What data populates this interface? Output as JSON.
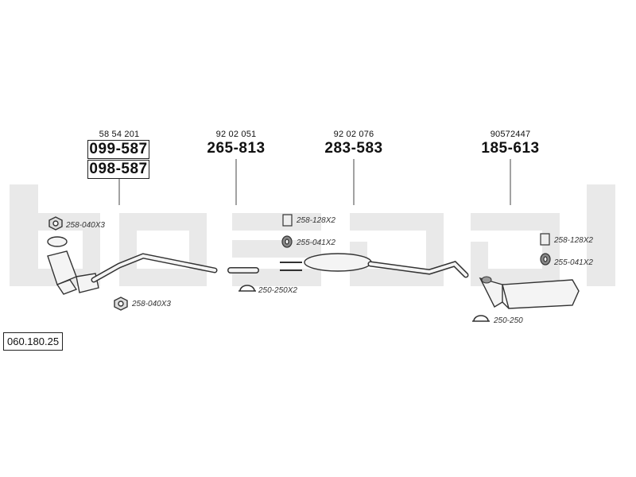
{
  "diagram_code": "060.180.25",
  "parts": [
    {
      "oem": "58 54 201",
      "numbers": [
        "099-587",
        "098-587"
      ]
    },
    {
      "oem": "92 02 051",
      "numbers": [
        "265-813"
      ]
    },
    {
      "oem": "92 02 076",
      "numbers": [
        "283-583"
      ]
    },
    {
      "oem": "90572447",
      "numbers": [
        "185-613"
      ]
    }
  ],
  "accessories": [
    {
      "label": "258-040X3",
      "icon": "nut-icon"
    },
    {
      "label": "258-040X3",
      "icon": "nut-icon"
    },
    {
      "label": "250-250X2",
      "icon": "clamp-icon"
    },
    {
      "label": "258-128X2",
      "icon": "mounting-bracket-icon"
    },
    {
      "label": "255-041X2",
      "icon": "rubber-hanger-icon"
    },
    {
      "label": "258-128X2",
      "icon": "mounting-bracket-icon"
    },
    {
      "label": "255-041X2",
      "icon": "rubber-hanger-icon"
    },
    {
      "label": "250-250",
      "icon": "clamp-icon"
    }
  ],
  "colors": {
    "watermark": "#e9e9e9",
    "line": "#333333"
  }
}
